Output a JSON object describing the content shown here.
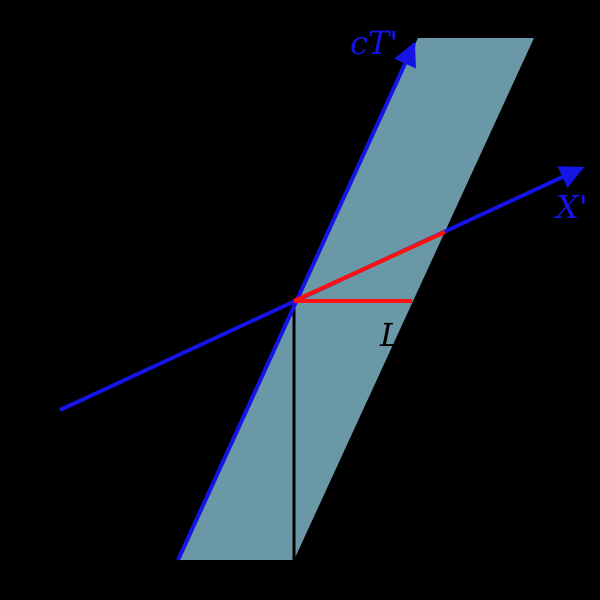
{
  "diagram": {
    "labels": {
      "time_axis": "cT'",
      "space_axis": "X'",
      "length": "L"
    },
    "colors": {
      "background": "#000000",
      "region_fill": "#6a98a6",
      "axis": "#1414e6",
      "rest_axis": "#000000",
      "measurement": "#ff0f0f",
      "length_label": "#000000"
    }
  }
}
